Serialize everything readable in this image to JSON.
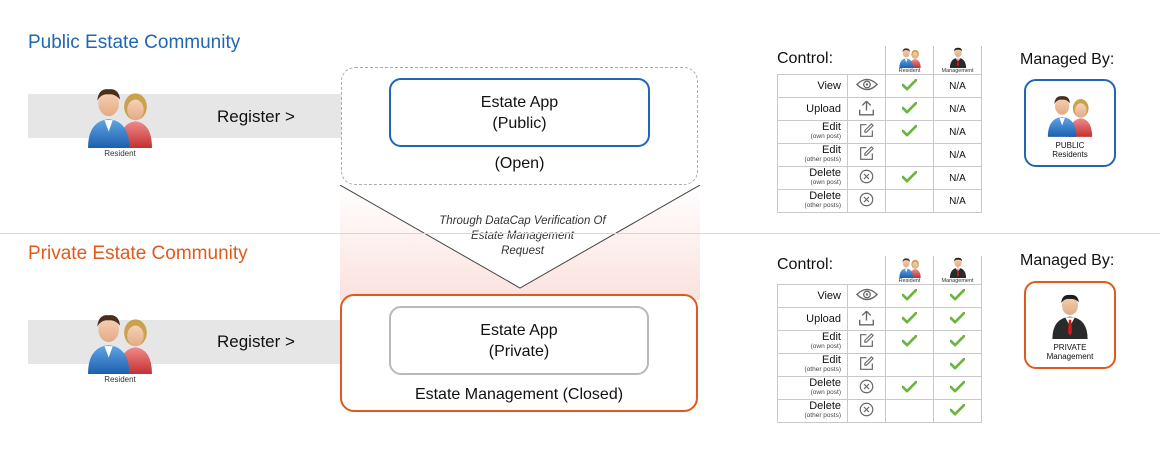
{
  "public": {
    "title": "Public Estate Community",
    "title_color": "#1f66b3",
    "register_label": "Register >",
    "resident_caption": "Resident",
    "app_line1": "Estate App",
    "app_line2": "(Public)",
    "app_border_color": "#1f66b3",
    "state_label": "(Open)"
  },
  "private": {
    "title": "Private Estate Community",
    "title_color": "#e05a1c",
    "register_label": "Register >",
    "resident_caption": "Resident",
    "app_line1": "Estate App",
    "app_line2": "(Private)",
    "app_border_color": "#e05a1c",
    "state_label": "Estate Management (Closed)"
  },
  "verification": {
    "line1": "Through DataCap Verification Of",
    "line2": "Estate Management",
    "line3": "Request"
  },
  "control_tables": [
    {
      "title": "Control:",
      "col1": "Resident",
      "col2": "Management",
      "rows": [
        {
          "action": "View",
          "sub": "",
          "icon": "eye-icon",
          "c1": "check",
          "c2": "N/A"
        },
        {
          "action": "Upload",
          "sub": "",
          "icon": "upload-icon",
          "c1": "check",
          "c2": "N/A"
        },
        {
          "action": "Edit",
          "sub": "(own post)",
          "icon": "edit-icon",
          "c1": "check",
          "c2": "N/A"
        },
        {
          "action": "Edit",
          "sub": "(other posts)",
          "icon": "edit-icon",
          "c1": "",
          "c2": "N/A"
        },
        {
          "action": "Delete",
          "sub": "(own post)",
          "icon": "delete-icon",
          "c1": "check",
          "c2": "N/A"
        },
        {
          "action": "Delete",
          "sub": "(other posts)",
          "icon": "delete-icon",
          "c1": "",
          "c2": "N/A"
        }
      ]
    },
    {
      "title": "Control:",
      "col1": "Resident",
      "col2": "Management",
      "rows": [
        {
          "action": "View",
          "sub": "",
          "icon": "eye-icon",
          "c1": "check",
          "c2": "check"
        },
        {
          "action": "Upload",
          "sub": "",
          "icon": "upload-icon",
          "c1": "check",
          "c2": "check"
        },
        {
          "action": "Edit",
          "sub": "(own post)",
          "icon": "edit-icon",
          "c1": "check",
          "c2": "check"
        },
        {
          "action": "Edit",
          "sub": "(other posts)",
          "icon": "edit-icon",
          "c1": "",
          "c2": "check"
        },
        {
          "action": "Delete",
          "sub": "(own post)",
          "icon": "delete-icon",
          "c1": "check",
          "c2": "check"
        },
        {
          "action": "Delete",
          "sub": "(other posts)",
          "icon": "delete-icon",
          "c1": "",
          "c2": "check"
        }
      ]
    }
  ],
  "managed_public": {
    "title": "Managed By:",
    "line1": "PUBLIC",
    "line2": "Residents",
    "border_color": "#1f66b3"
  },
  "managed_private": {
    "title": "Managed By:",
    "line1": "PRIVATE",
    "line2": "Management",
    "border_color": "#e05a1c"
  },
  "check_color": "#6db33f"
}
